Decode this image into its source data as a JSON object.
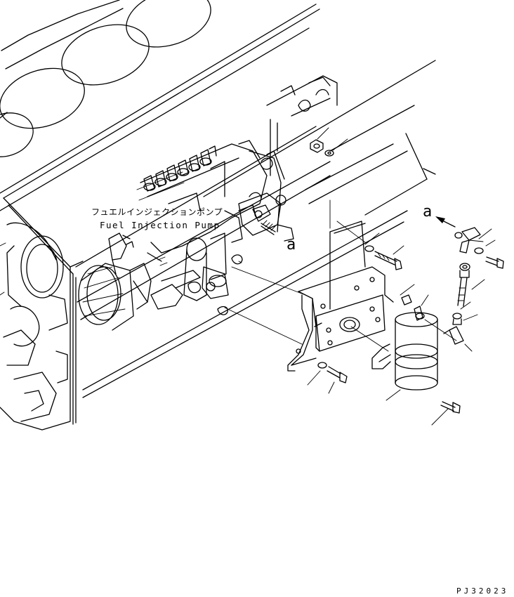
{
  "labels": {
    "part_name_jp": "フュエルインジェクションポンプ",
    "part_name_en": "Fuel Injection Pump",
    "ref_arrow": "a",
    "ref_view": "a",
    "drawing_code": "PJ32023"
  },
  "colors": {
    "line": "#000000",
    "background": "#ffffff"
  }
}
